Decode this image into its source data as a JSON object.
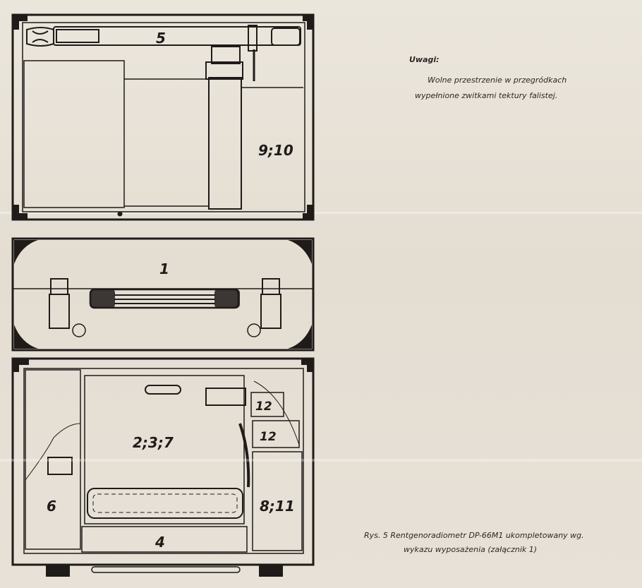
{
  "notes": {
    "title": "Uwagi:",
    "line1": "Wolne przestrzenie w przegródkach",
    "line2": "wypełnione zwitkami tektury falistej."
  },
  "caption": {
    "line1": "Rys. 5  Rentgenoradiometr DP-66M1 ukompletowany wg.",
    "line2": "wykazu wyposażenia (załącznik 1)"
  },
  "labels": {
    "probe": "5",
    "lid_compartment": "9;10",
    "case_top": "1",
    "main_device": "2;3;7",
    "small_a": "12",
    "small_b": "12",
    "left_compartment": "6",
    "right_compartment": "8;11",
    "bottom_compartment": "4"
  },
  "colors": {
    "ink": "#1f1b19",
    "paper": "#e6e0d6"
  }
}
